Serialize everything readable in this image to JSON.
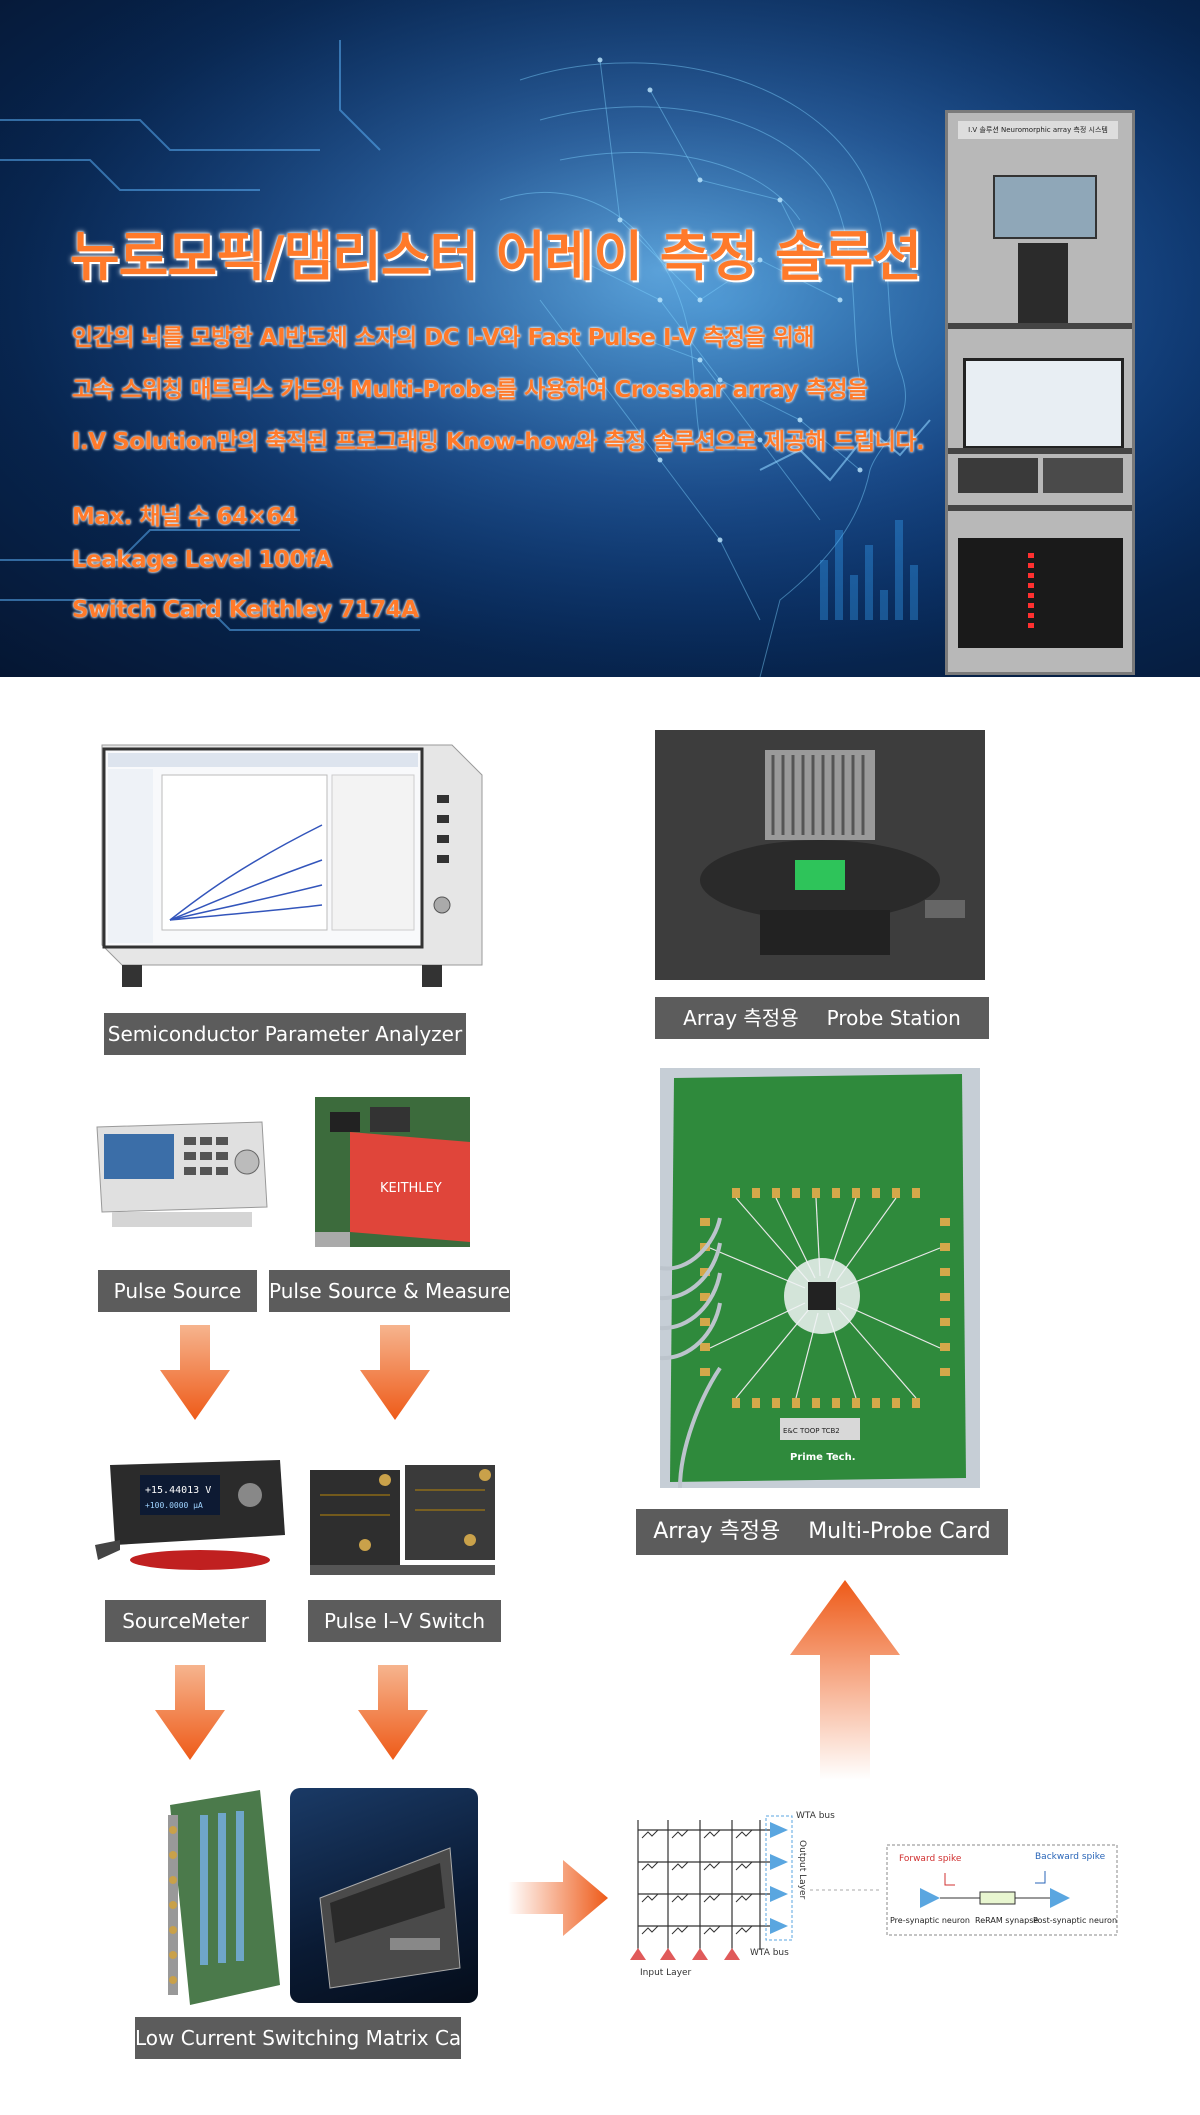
{
  "banner": {
    "title": "뉴로모픽/맴리스터 어레이 측정 솔루션",
    "intro_lines": [
      "인간의 뇌를 모방한 AI반도체 소자의 DC I-V와 Fast Pulse I-V 측정을 위해",
      "고속 스위칭 매트릭스 카드와 Multi-Probe를 사용하여 Crossbar array 측정을",
      "I.V Solution만의 축적된 프로그래밍 Know-how와 측정 솔루션으로 제공해 드립니다."
    ],
    "specs": [
      "Max. 채널 수 64×64",
      "Leakage Level 100fA",
      "Switch Card Keithley 7174A"
    ],
    "rack_label": "I.V 솔루션 Neuromorphic array 측정 시스템"
  },
  "labels": {
    "analyzer": "Semiconductor Parameter Analyzer",
    "pulse_source": "Pulse Source",
    "pulse_source_measure": "Pulse Source & Measure",
    "sourcemeter": "SourceMeter",
    "pulse_iv_switch": "Pulse I–V Switch",
    "matrix_card": "Low Current Switching Matrix Card",
    "probe_station_prefix": "Array 측정용",
    "probe_station": "Probe Station",
    "probe_card_prefix": "Array 측정용",
    "probe_card": "Multi-Probe Card"
  },
  "photo_text": {
    "keithley_brand": "KEITHLEY",
    "sourcemeter_reading": "+15.44013 V",
    "sourcemeter_reading2": "+100.0000 μA",
    "prime_tech": "Prime Tech.",
    "card_code": "E&C TOOP TCB2"
  },
  "diagram": {
    "wta_bus_top": "WTA bus",
    "wta_bus_bottom": "WTA bus",
    "output_layer": "Output Layer",
    "input_layer": "Input Layer",
    "forward_spike": "Forward spike",
    "backward_spike": "Backward spike",
    "pre_neuron": "Pre-synaptic neuron",
    "reram": "ReRAM synapse",
    "post_neuron": "Post-synaptic neuron"
  },
  "colors": {
    "accent_orange": "#ff7a2a",
    "label_bg": "#5c5c5c",
    "arrow": "#f05a1a"
  }
}
